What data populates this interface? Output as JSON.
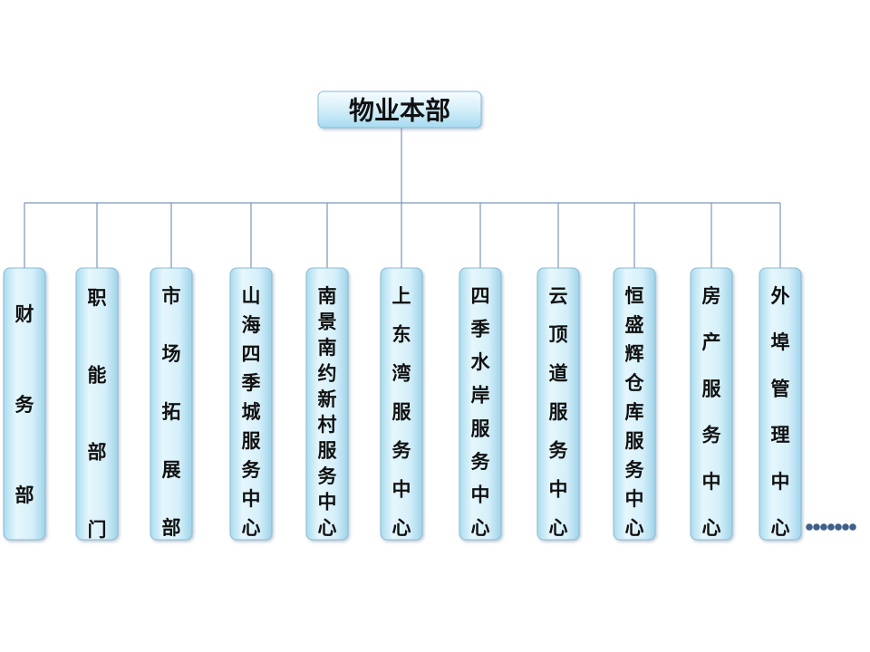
{
  "root": {
    "label": "物业本部"
  },
  "departments": [
    {
      "label": "财务部"
    },
    {
      "label": "职能部门"
    },
    {
      "label": "市场拓展部"
    },
    {
      "label": "山海四季城服务中心"
    },
    {
      "label": "南景南约新村服务中心"
    },
    {
      "label": "上东湾服务中心"
    },
    {
      "label": "四季水岸服务中心"
    },
    {
      "label": "云顶道服务中心"
    },
    {
      "label": "恒盛辉仓库服务中心"
    },
    {
      "label": "房产服务中心"
    },
    {
      "label": "外埠管理中心"
    }
  ],
  "more_indicator": {
    "dot_count": 7
  },
  "colors": {
    "box_top": "#e3f5fb",
    "box_bottom": "#a9dcef",
    "box_border": "#8fb9d3",
    "connector": "#7c97b6",
    "text": "#111111",
    "dots": "#3d5f8a"
  }
}
